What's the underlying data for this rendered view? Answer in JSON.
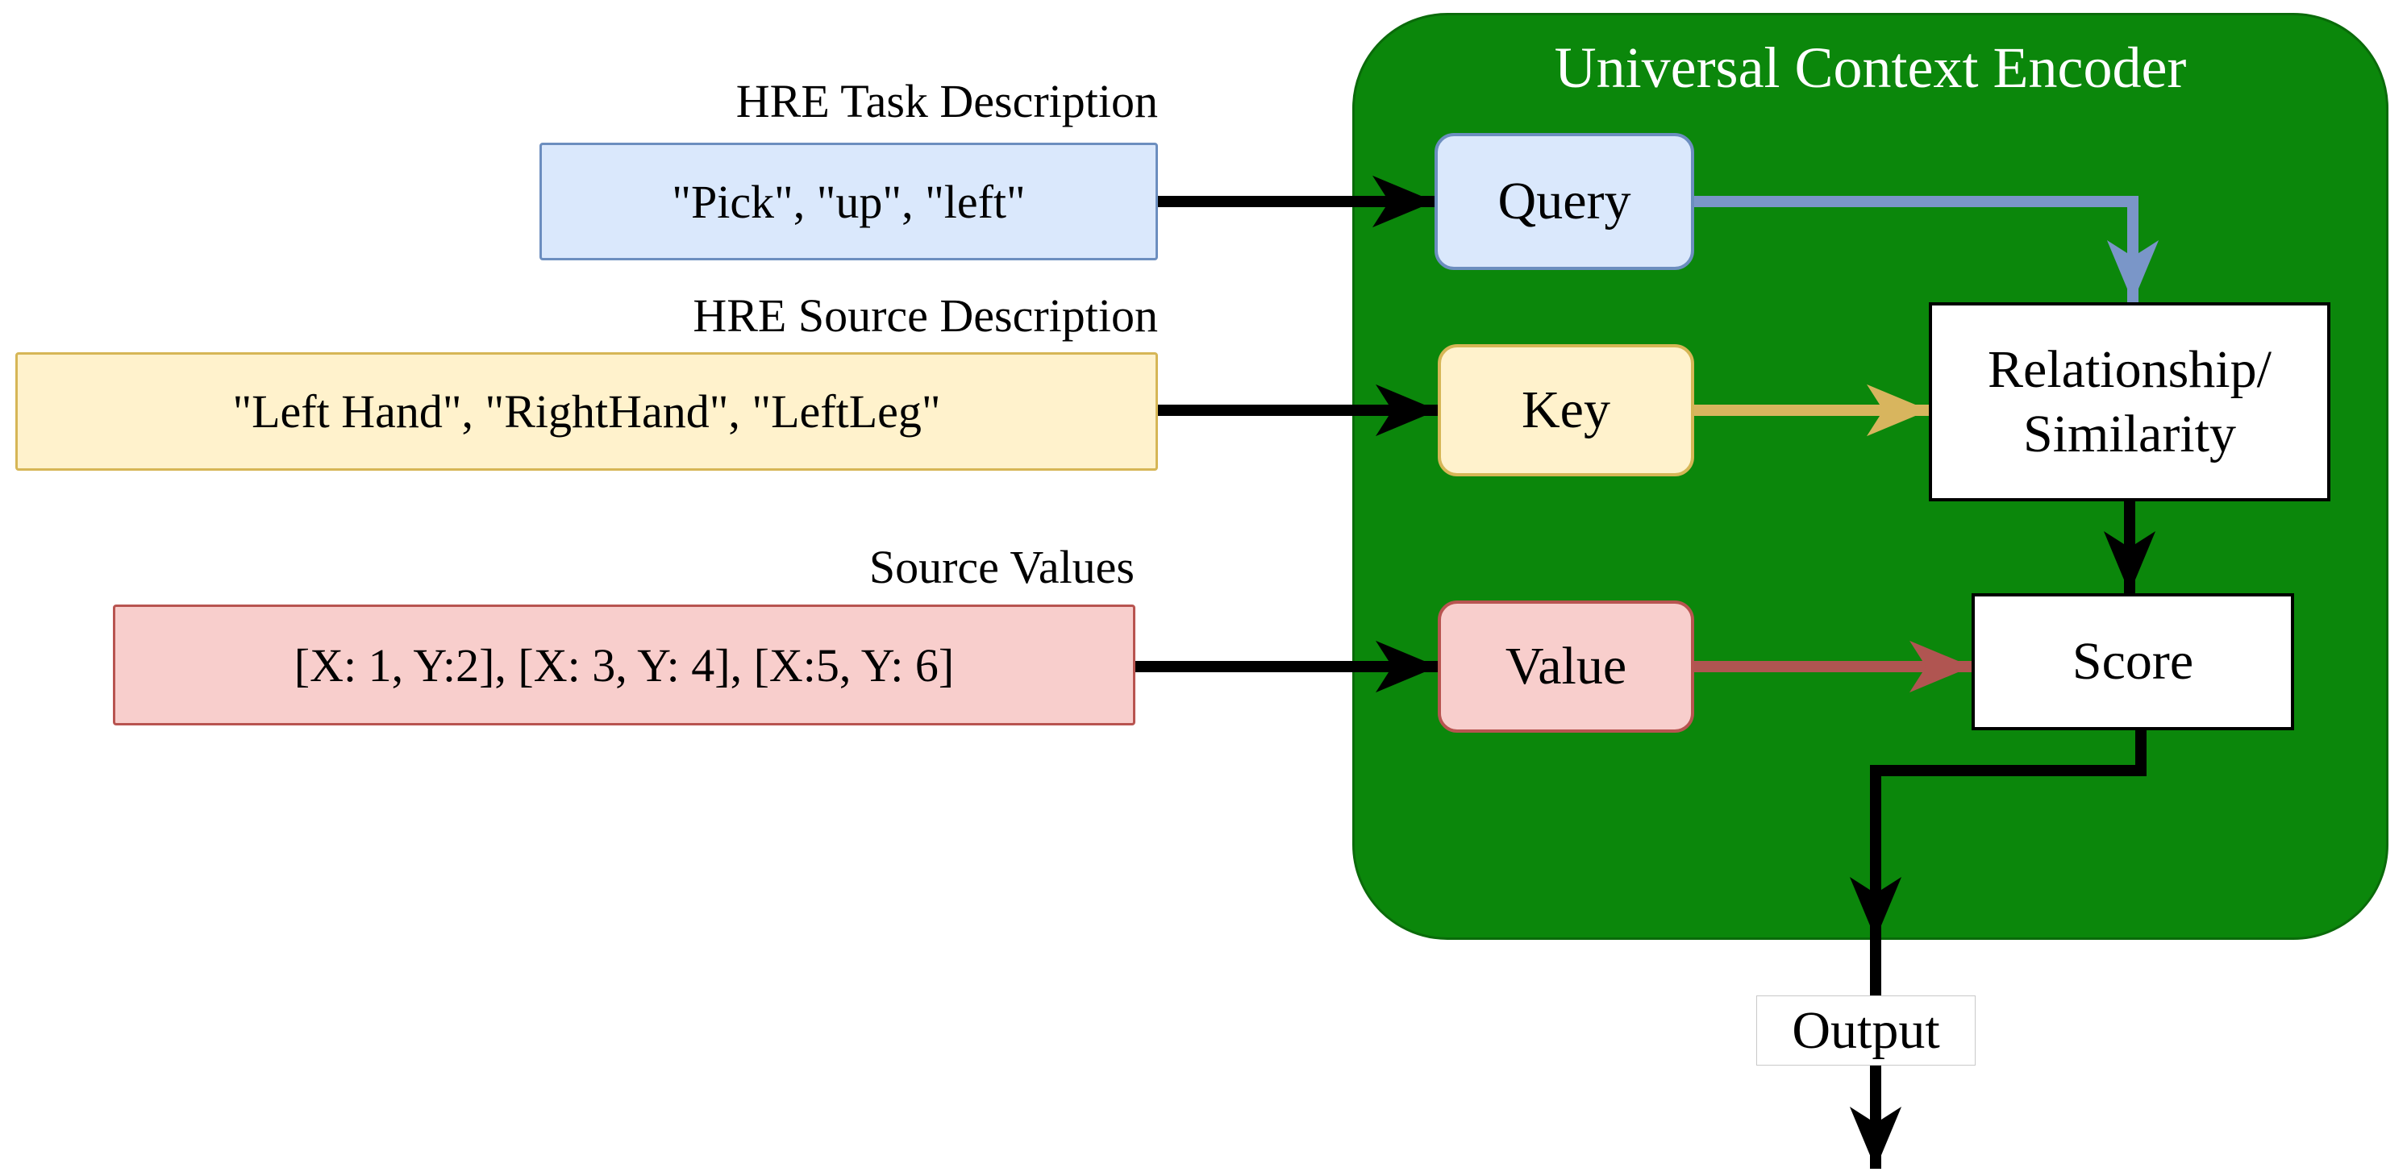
{
  "colors": {
    "green_fill": "#0b870b",
    "green_edge": "#0a6b0a",
    "blue_fill": "#dae8fc",
    "blue_stroke": "#6c8ebf",
    "yellow_fill": "#fff2cc",
    "yellow_stroke": "#d6b656",
    "red_fill": "#f8cecc",
    "red_stroke": "#b85450",
    "arrow_black": "#000000",
    "arrow_blue": "#7a96c8",
    "arrow_tan": "#d8b55e",
    "arrow_red": "#b05551",
    "title_color": "#ffffff",
    "text_color": "#000000"
  },
  "inputs": [
    {
      "label": "HRE Task Description",
      "value": "\"Pick\", \"up\", \"left\""
    },
    {
      "label": "HRE Source Description",
      "value": "\"Left Hand\", \"RightHand\", \"LeftLeg\""
    },
    {
      "label": "Source Values",
      "value": "[X: 1, Y:2], [X: 3, Y: 4], [X:5, Y: 6]"
    }
  ],
  "encoder": {
    "title": "Universal Context Encoder",
    "query_label": "Query",
    "key_label": "Key",
    "value_label": "Value",
    "relationship_line1": "Relationship/",
    "relationship_line2": "Similarity",
    "score_label": "Score"
  },
  "output_label": "Output"
}
